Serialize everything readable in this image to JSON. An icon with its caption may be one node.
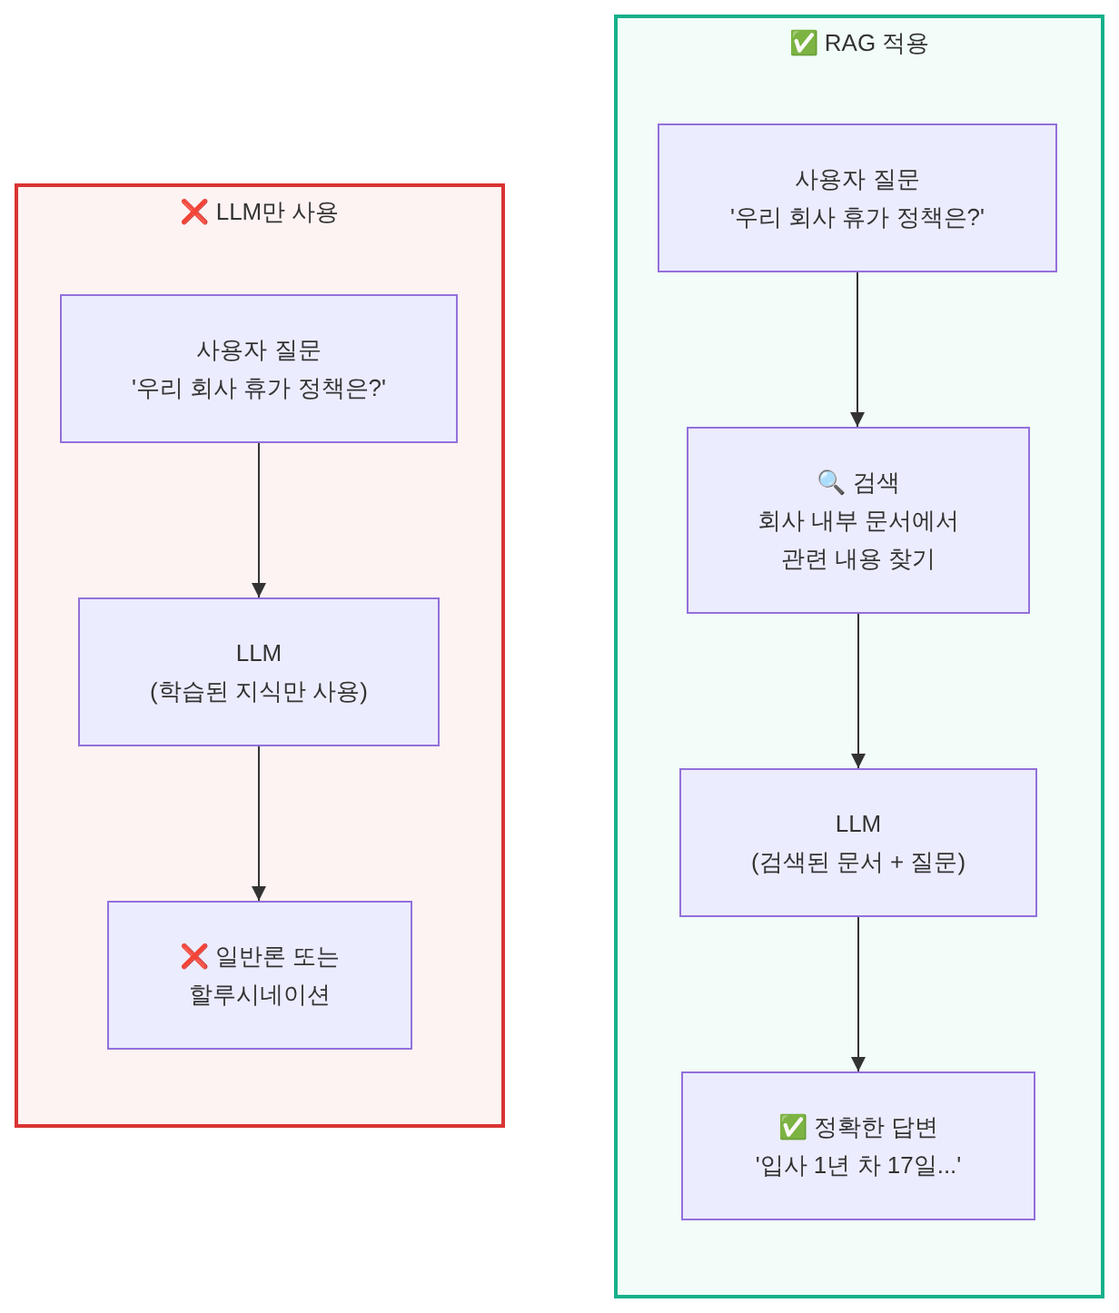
{
  "diagram": {
    "nodes": [
      {
        "text": [
          "❌ LLM만 사용"
        ]
      },
      {
        "text": [
          "사용자 질문",
          "'우리 회사 휴가 정책은?'"
        ],
        "in": 0
      },
      {
        "text": [
          "LLM",
          "(학습된 지식만 사용)"
        ],
        "in": 0
      },
      {
        "text": [
          "❌ 일반론 또는 할루시네이션"
        ],
        "in": 0
      },
      {
        "text": [
          "✅ RAG 적용"
        ]
      },
      {
        "text": [
          "사용자 질문",
          "'우리 회사 휴가 정책은?'"
        ],
        "in": 4
      },
      {
        "text": [
          "🔍 검색",
          "회사 내부 문서에서 관련 내용 찾기"
        ],
        "in": 4
      },
      {
        "text": [
          "LLM",
          "(검색된 문서 + 질문)"
        ],
        "in": 4
      },
      {
        "text": [
          "✅ 정확한 답변",
          "'입사 1년 차 17일...'"
        ],
        "in": 4
      }
    ],
    "edges": [
      {
        "from": 1,
        "to": 2,
        "arrow": "to"
      },
      {
        "from": 2,
        "to": 3,
        "arrow": "to"
      },
      {
        "from": 5,
        "to": 6,
        "arrow": "to"
      },
      {
        "from": 6,
        "to": 7,
        "arrow": "to"
      },
      {
        "from": 7,
        "to": 8,
        "arrow": "to"
      }
    ]
  }
}
